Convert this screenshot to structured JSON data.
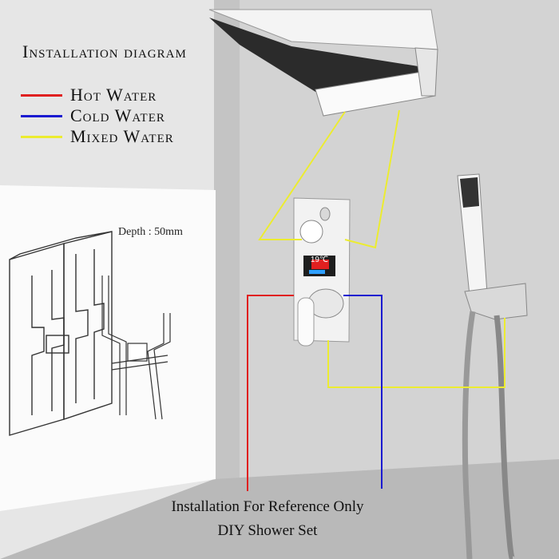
{
  "diagram": {
    "title": "Installation diagram",
    "legend": [
      {
        "label": "Hot Water",
        "color": "#e02020"
      },
      {
        "label": "Cold Water",
        "color": "#1a1ad0"
      },
      {
        "label": "Mixed Water",
        "color": "#ecec30"
      }
    ],
    "depth_label": "Depth : 50mm",
    "footer_line1": "Installation For Reference Only",
    "footer_line2": "DIY Shower Set",
    "display_reading": "19℃"
  }
}
